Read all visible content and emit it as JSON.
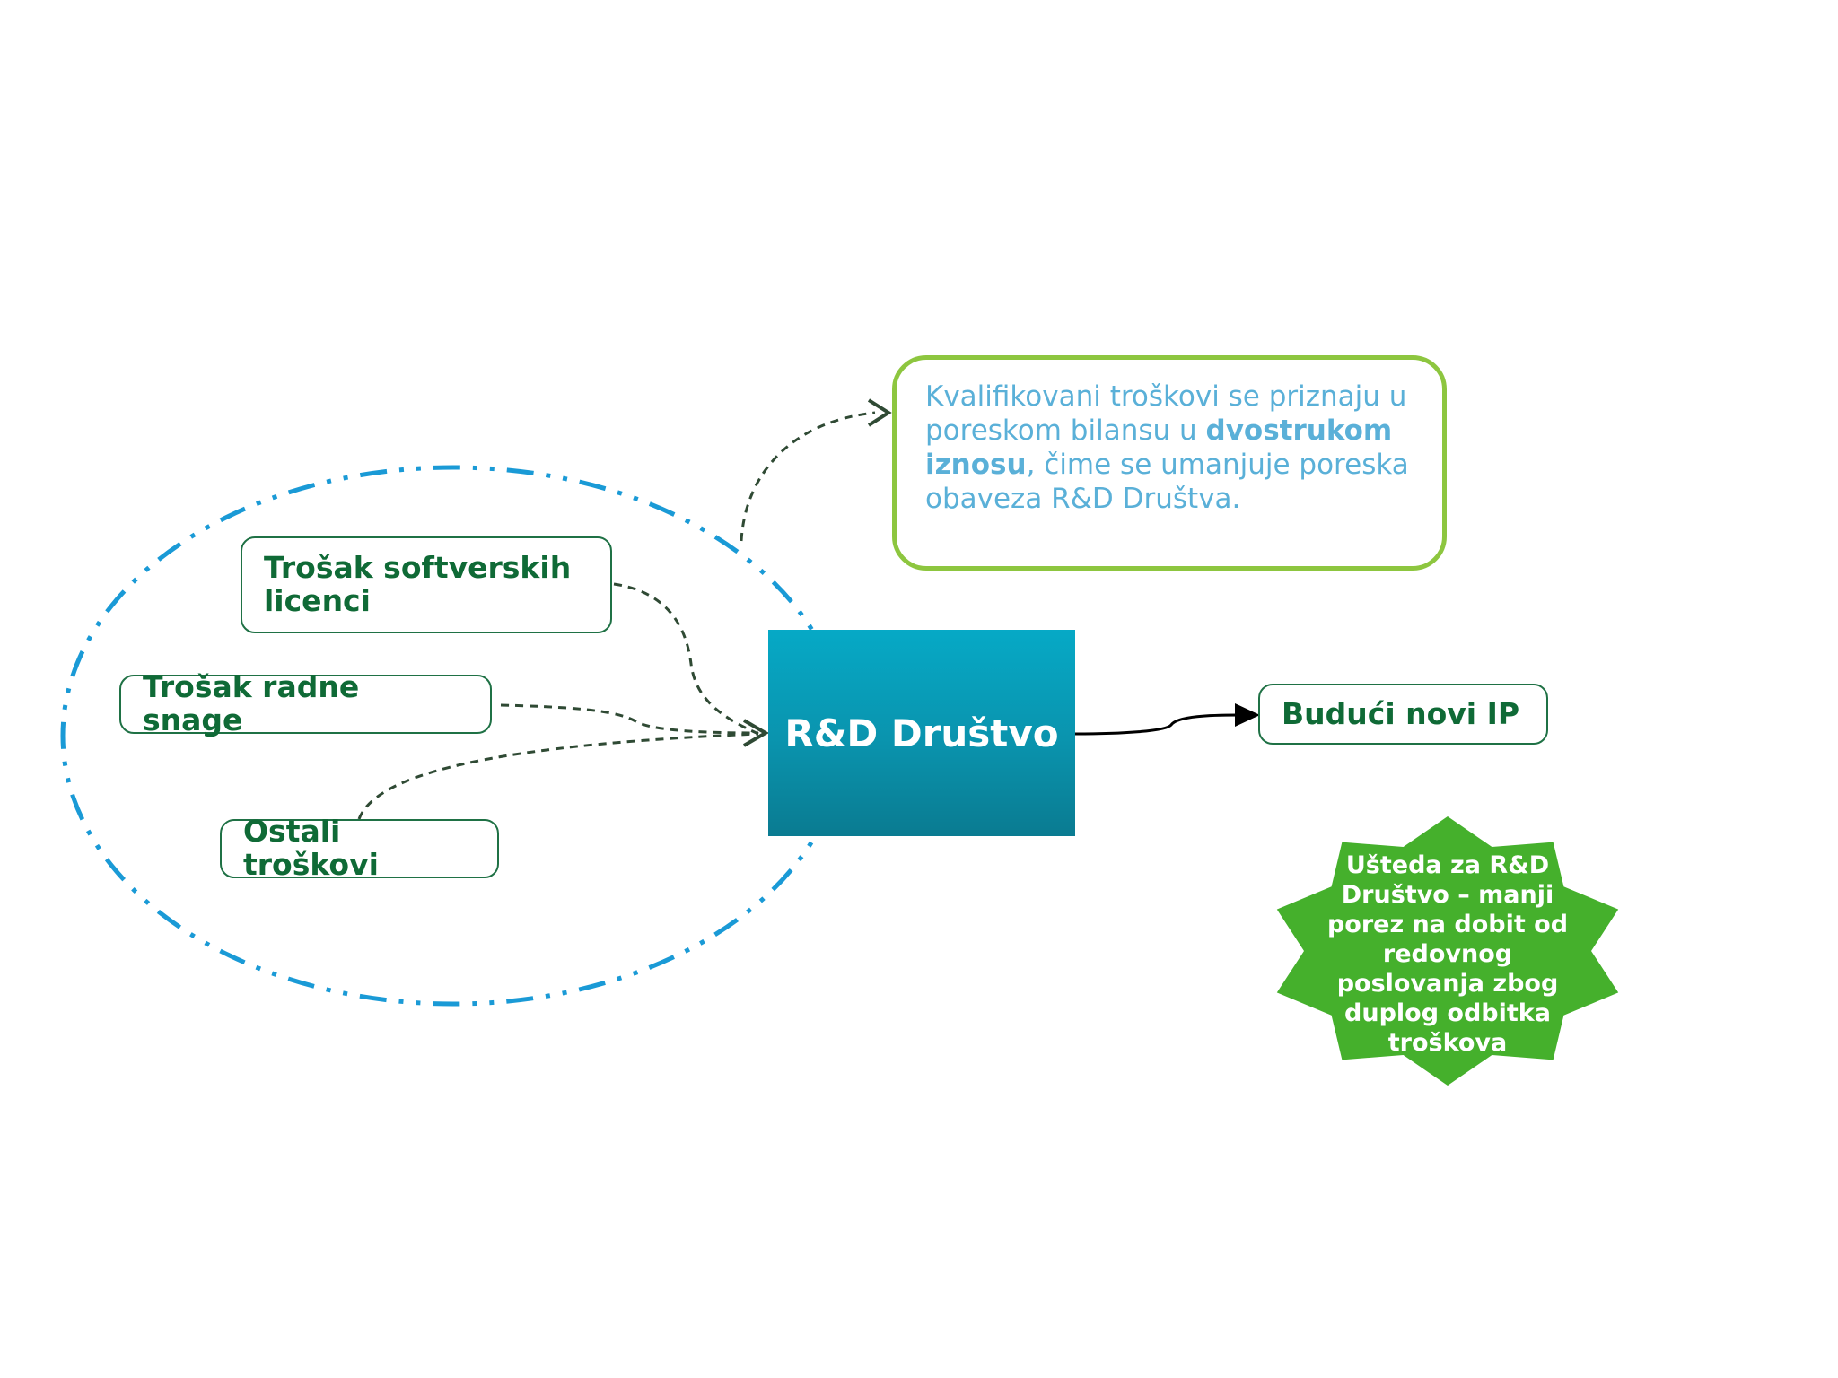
{
  "center_node": {
    "label": "R&D Društvo"
  },
  "cost_items": [
    {
      "label": "Trošak softverskih licenci"
    },
    {
      "label": "Trošak radne snage"
    },
    {
      "label": "Ostali troškovi"
    }
  ],
  "output_node": {
    "label": "Budući novi IP"
  },
  "note": {
    "text_before": "Kvalifikovani troškovi se priznaju u poreskom bilansu u ",
    "text_bold": "dvostrukom iznosu",
    "text_after": ", čime se umanjuje poreska obaveza R&D Društva."
  },
  "savings_badge": {
    "label": "Ušteda za R&D Društvo – manji porez na dobit od redovnog poslovanja zbog duplog odbitka troškova"
  },
  "colors": {
    "cost_text": "#0f6a36",
    "cost_border": "#1f7145",
    "center_fill": "#0a93ad",
    "note_border": "#8dc63f",
    "note_text": "#5ab0d8",
    "ellipse": "#1a9ad6",
    "badge_fill": "#45b02c",
    "connector": "#2f4a34"
  }
}
